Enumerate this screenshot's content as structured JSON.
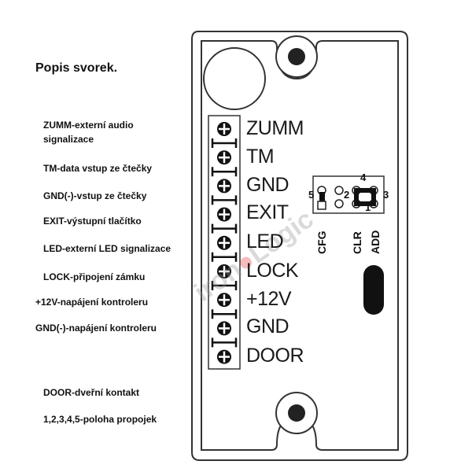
{
  "title": "Popis svorek.",
  "descriptions": [
    "ZUMM-externí audio signalizace",
    "TM-data vstup ze čtečky",
    "GND(-)-vstup ze čtečky",
    "EXIT-výstupní tlačítko",
    "LED-externí LED signalizace",
    "LOCK-připojení zámku",
    "+12V-napájení kontroleru",
    "GND(-)-napájení kontroleru",
    "DOOR-dveřní kontakt",
    "1,2,3,4,5-poloha propojek"
  ],
  "terminals": [
    "ZUMM",
    "TM",
    "GND",
    "EXIT",
    "LED",
    "LOCK",
    "+12V",
    "GND",
    "DOOR"
  ],
  "jumper": {
    "pins": [
      "1",
      "2",
      "3",
      "4",
      "5"
    ],
    "labels": [
      "CFG",
      "CLR",
      "ADD"
    ]
  },
  "watermark": "ironLogic"
}
